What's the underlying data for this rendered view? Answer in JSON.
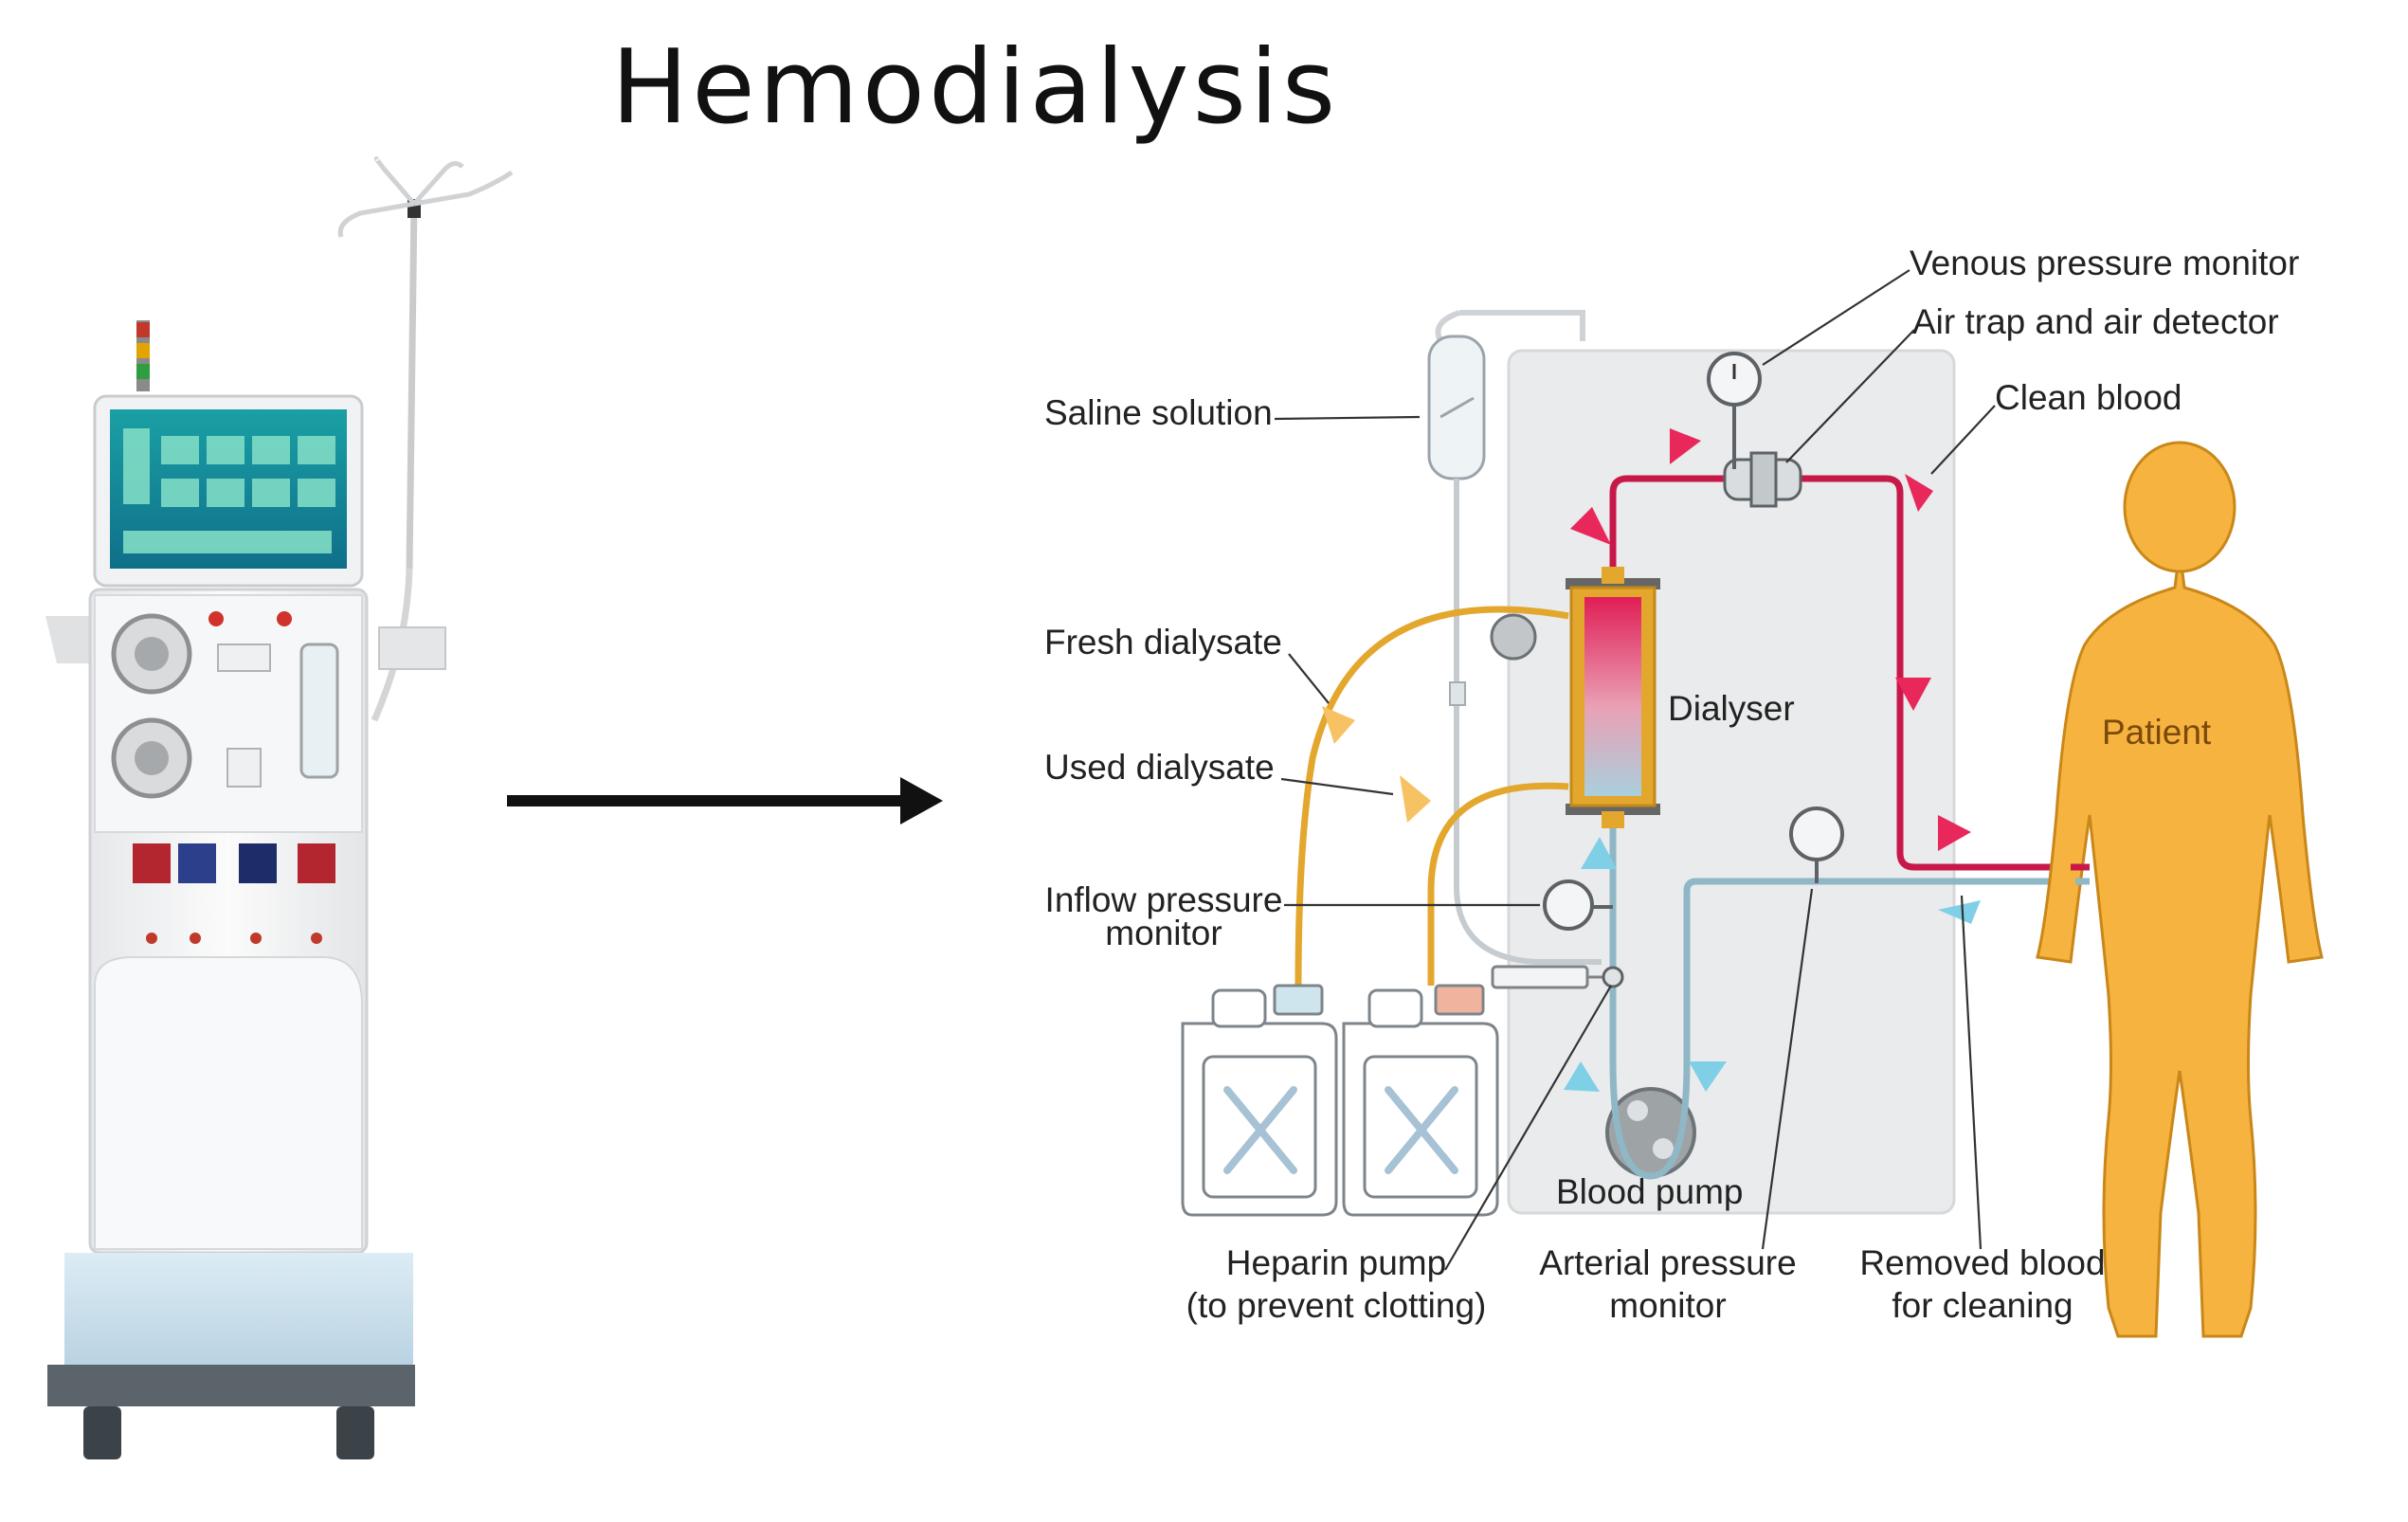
{
  "title": "Hemodialysis",
  "labels": {
    "venous_pressure_monitor": "Venous pressure monitor",
    "air_trap": "Air trap and air detector",
    "clean_blood": "Clean blood",
    "saline_solution": "Saline solution",
    "fresh_dialysate": "Fresh dialysate",
    "used_dialysate": "Used dialysate",
    "dialyser": "Dialyser",
    "patient": "Patient",
    "inflow_line1": "Inflow pressure",
    "inflow_line2": "monitor",
    "blood_pump": "Blood pump",
    "heparin_line1": "Heparin pump",
    "heparin_line2": "(to prevent clotting)",
    "arterial_line1": "Arterial pressure",
    "arterial_line2": "monitor",
    "removed_line1": "Removed blood",
    "removed_line2": "for cleaning"
  },
  "colors": {
    "clean_blood_line": "#c8184a",
    "removed_blood_line": "#8fb7c6",
    "dialysate_line": "#e3a72e",
    "patient_body": "#f6b33f",
    "machine_panel": "#e9ebec",
    "arrow": "#111111"
  }
}
